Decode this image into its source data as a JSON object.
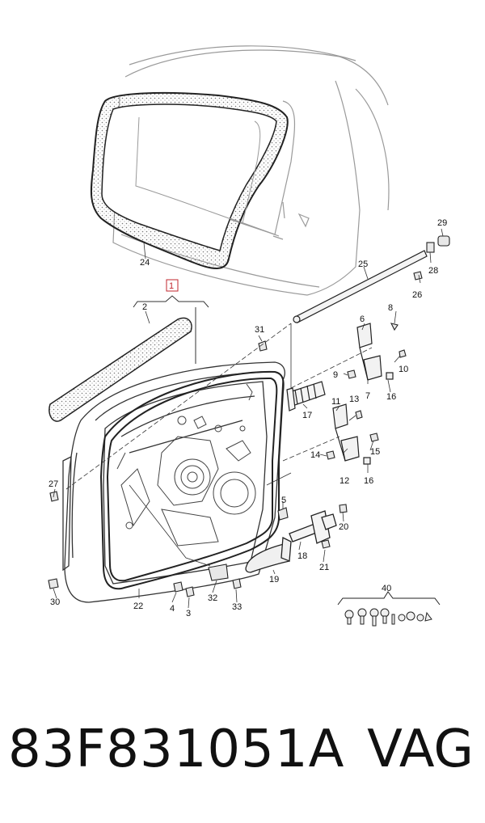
{
  "diagram": {
    "group_label": "1",
    "callouts": [
      "2",
      "3",
      "4",
      "5",
      "6",
      "7",
      "8",
      "9",
      "10",
      "11",
      "12",
      "13",
      "14",
      "15",
      "16",
      "16",
      "17",
      "18",
      "19",
      "20",
      "21",
      "22",
      "24",
      "25",
      "26",
      "27",
      "28",
      "29",
      "30",
      "31",
      "32",
      "33",
      "40"
    ],
    "colors": {
      "line": "#333333",
      "light_line": "#9a9a9a",
      "seal_dots": "#888888",
      "group_box": "#c0262d"
    }
  },
  "caption": {
    "part_number": "83F831051A",
    "brand": "VAG"
  }
}
